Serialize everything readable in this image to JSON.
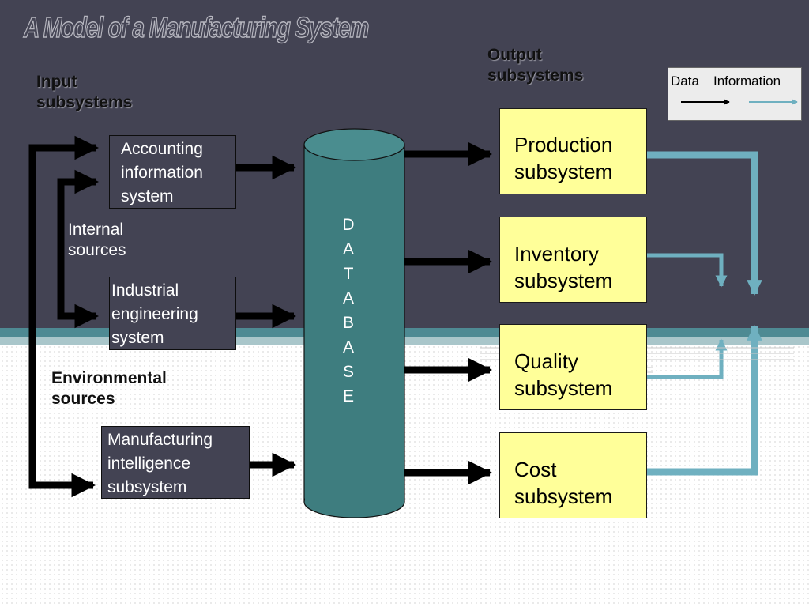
{
  "title": "A Model of a Manufacturing System",
  "labels": {
    "input_line1": "Input",
    "input_line2": "subsystems",
    "output_line1": "Output",
    "output_line2": "subsystems",
    "internal_line1": "Internal",
    "internal_line2": "sources",
    "environmental_line1": "Environmental",
    "environmental_line2": "sources"
  },
  "input_subsystems": [
    {
      "lines": [
        "Accounting",
        "information",
        "system"
      ]
    },
    {
      "lines": [
        "Industrial",
        "engineering",
        "system"
      ]
    },
    {
      "lines": [
        "Manufacturing",
        "intelligence",
        "subsystem"
      ]
    }
  ],
  "database_letters": [
    "D",
    "A",
    "T",
    "A",
    "B",
    "A",
    "S",
    "E"
  ],
  "output_subsystems": [
    {
      "lines": [
        "Production",
        "subsystem"
      ]
    },
    {
      "lines": [
        "Inventory",
        "subsystem"
      ]
    },
    {
      "lines": [
        "Quality",
        "subsystem"
      ]
    },
    {
      "lines": [
        "Cost",
        "subsystem"
      ]
    }
  ],
  "legend": {
    "data_label": "Data",
    "information_label": "Information"
  },
  "colors": {
    "background_dark": "#434353",
    "output_box": "#ffff99",
    "database": "#3e7d7f",
    "information_arrow": "#6fb0c0",
    "data_arrow": "#000000"
  }
}
